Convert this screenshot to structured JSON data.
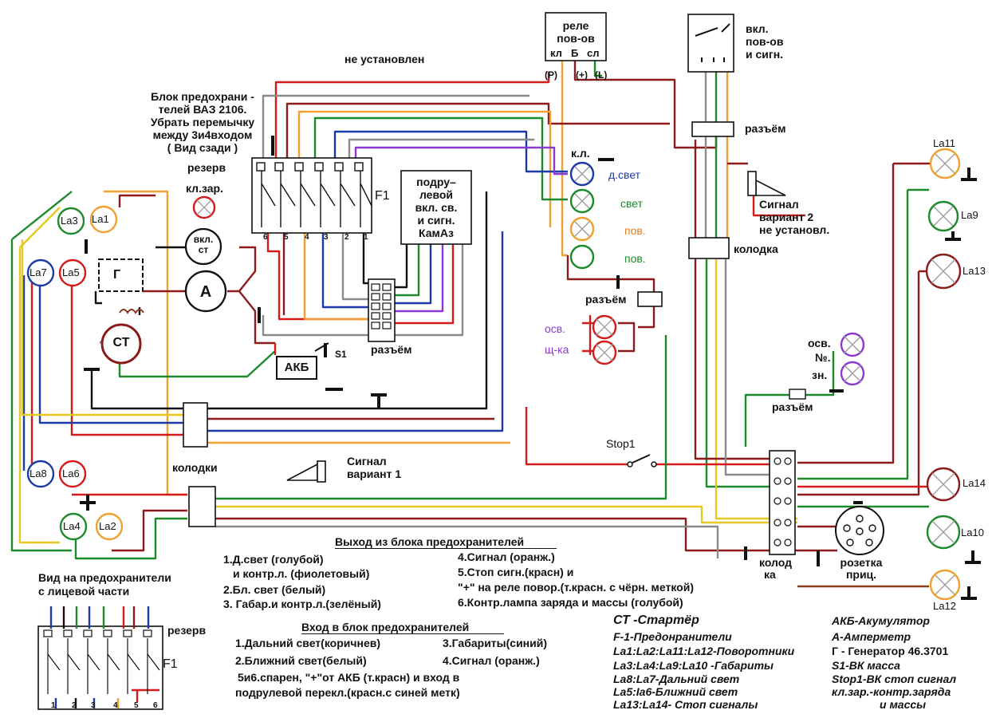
{
  "labels": {
    "not_installed": "не установлен",
    "fuse_block_1": "Блок предохрани -",
    "fuse_block_2": "телей ВАЗ 2106.",
    "fuse_block_3": "Убрать перемычку",
    "fuse_block_4": "между 3и4входом",
    "fuse_block_5": "( Вид сзади )",
    "reserve": "резерв",
    "reserve_bottom": "резерв",
    "f1": "F1",
    "f1_bottom": "F1",
    "fuse_numbers": [
      "6",
      "5",
      "4",
      "3",
      "2",
      "1"
    ],
    "fuse_numbers_bottom": [
      "1",
      "2",
      "3",
      "4",
      "5",
      "6"
    ],
    "kl_zar": "кл.зар.",
    "relay_1": "реле",
    "relay_2": "пов-ов",
    "relay_kl": "кл",
    "relay_b": "Б",
    "relay_sl": "сл",
    "relay_p": "(Р)",
    "relay_plus": "(+)",
    "relay_l": "(L)",
    "sw_1": "вкл.",
    "sw_2": "пов-ов",
    "sw_3": "и сигн.",
    "razem_top": "разъём",
    "kolodka_right": "колодка",
    "signal2_1": "Сигнал",
    "signal2_2": "вариант 2",
    "signal2_3": "не установл.",
    "stalk_1": "подру–",
    "stalk_2": "левой",
    "stalk_3": "вкл. св.",
    "stalk_4": "и сигн.",
    "stalk_5": "КамАз",
    "kl": "к.л.",
    "d_svet": "д.свет",
    "svet": "свет",
    "pov1": "пов.",
    "pov2": "пов.",
    "razem_mid": "разъём",
    "osv_1": "осв.",
    "osv_2": "щ-ка",
    "vkl_st_1": "вкл.",
    "vkl_st_2": "ст",
    "gen": "Г",
    "ammeter": "А",
    "starter": "СТ",
    "akb": "АКБ",
    "s1": "S1",
    "razem_center": "разъём",
    "kolodki": "колодки",
    "signal1_1": "Сигнал",
    "signal1_2": "вариант 1",
    "stop1": "Stop1",
    "osv_no_1": "осв.",
    "osv_no_2": "№.",
    "osv_no_3": "зн.",
    "razem_right": "разъём",
    "kolodka_bottom_1": "колод",
    "kolodka_bottom_2": "ка",
    "socket_1": "розетка",
    "socket_2": "приц.",
    "front_view_1": "Вид на предохранители",
    "front_view_2": "с лицевой части"
  },
  "lamps": {
    "la1": "La1",
    "la2": "La2",
    "la3": "La3",
    "la4": "La4",
    "la5": "La5",
    "la6": "La6",
    "la7": "La7",
    "la8": "La8",
    "la9": "La9",
    "la10": "La10",
    "la11": "La11",
    "la12": "La12",
    "la13": "La13",
    "la14": "La14"
  },
  "output_block": {
    "title": "Выход из блока предохранителей",
    "lines": [
      "1.Д.свет (голубой)",
      "и контр.л. (фиолетовый)",
      "2.Бл. свет        (белый)",
      "3. Габар.и контр.л.(зелёный)",
      "4.Сигнал      (оранж.)",
      "5.Стоп сигн.(красн) и",
      "\"+\" на реле повор.(т.красн. с чёрн. меткой)",
      "6.Контр.лампа заряда и массы (голубой)"
    ]
  },
  "input_block": {
    "title": "Вход в блок предохранителей",
    "lines": [
      "1.Дальний свет(коричнев)",
      "3.Габариты(синий)",
      "2.Ближний свет(белый)",
      "4.Сигнал  (оранж.)",
      "5и6.спарен, \"+\"от АКБ (т.красн) и вход в",
      "подрулевой перекл.(красн.с синей метк)"
    ]
  },
  "legend": [
    "СТ -Стартёр",
    "F-1-Предонранители",
    "La1:La2:La11:La12-Поворотники",
    "La3:La4:La9:La10 -Габариты",
    "La8:La7-Дальний свет",
    "La5:Ia6-Ближний свет",
    "La13:La14- Стоп сигналы"
  ],
  "legend2": [
    "АКБ-Акумулятор",
    "А-Амперметр",
    "Г - Генератор 46.3701",
    "S1-ВК масса",
    "Stop1-ВК стоп сигнал",
    "кл.зар.-контр.заряда",
    "и массы"
  ],
  "colors": {
    "red": "#d41a1a",
    "darkred": "#8b1a1a",
    "green": "#1c8a2a",
    "blue": "#1a3aa8",
    "orange": "#f0a030",
    "yellow": "#e6c820",
    "purple": "#8a3ad0",
    "gray": "#8a8a8a",
    "brown": "#8b3a1a",
    "black": "#111111"
  }
}
